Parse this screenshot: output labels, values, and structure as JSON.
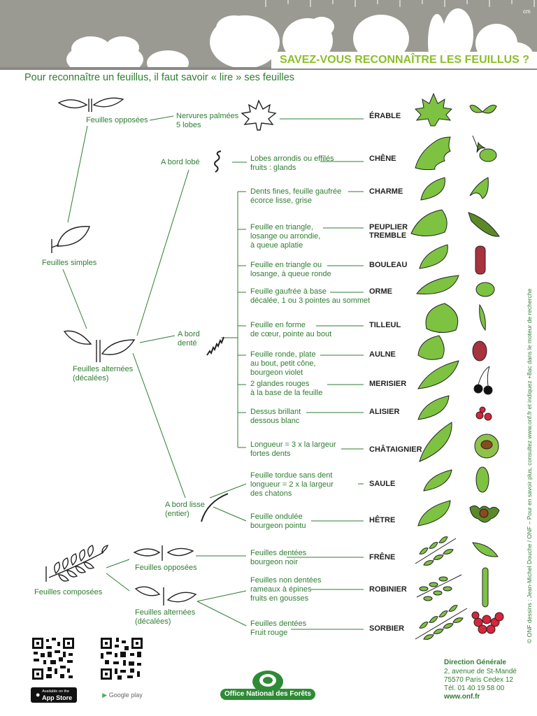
{
  "header": {
    "title": "SAVEZ-VOUS RECONNAÎTRE LES FEUILLUS ?",
    "subtitle": "Pour reconnaître un feuillus, il faut savoir « lire » ses feuilles",
    "ruler_unit": "cm"
  },
  "tree": {
    "feuilles_opposees": "Feuilles opposées",
    "feuilles_simples": "Feuilles simples",
    "feuilles_alternees": [
      "Feuilles alternées",
      "(décalées)"
    ],
    "a_bord_lobe": "A bord lobé",
    "a_bord_dente": [
      "A bord",
      "denté"
    ],
    "a_bord_lisse": [
      "A bord lisse",
      "(entier)"
    ],
    "feuilles_composees": "Feuilles composées",
    "composees_opposees": "Feuilles opposées",
    "composees_alternees": [
      "Feuilles alternées",
      "(décalées)"
    ]
  },
  "species": [
    {
      "desc": [
        "Nervures palmées",
        "5 lobes"
      ],
      "name": [
        "ÉRABLE"
      ]
    },
    {
      "desc": [
        "Lobes arrondis ou effilés",
        "fruits : glands"
      ],
      "name": [
        "CHÊNE"
      ]
    },
    {
      "desc": [
        "Dents fines, feuille gaufrée",
        "écorce lisse, grise"
      ],
      "name": [
        "CHARME"
      ]
    },
    {
      "desc": [
        "Feuille en triangle,",
        "losange ou arrondie,",
        "à queue aplatie"
      ],
      "name": [
        "PEUPLIER",
        "TREMBLE"
      ]
    },
    {
      "desc": [
        "Feuille en triangle ou",
        "losange, à queue ronde"
      ],
      "name": [
        "BOULEAU"
      ]
    },
    {
      "desc": [
        "Feuille gaufrée à base",
        "décalée, 1 ou 3 pointes au sommet"
      ],
      "name": [
        "ORME"
      ]
    },
    {
      "desc": [
        "Feuille en forme",
        "de cœur, pointe au bout"
      ],
      "name": [
        "TILLEUL"
      ]
    },
    {
      "desc": [
        "Feuille ronde, plate",
        "au bout, petit cône,",
        "bourgeon violet"
      ],
      "name": [
        "AULNE"
      ]
    },
    {
      "desc": [
        "2 glandes rouges",
        "à la base de la feuille"
      ],
      "name": [
        "MERISIER"
      ]
    },
    {
      "desc": [
        "Dessus brillant",
        "dessous blanc"
      ],
      "name": [
        "ALISIER"
      ]
    },
    {
      "desc": [
        "Longueur = 3 x la largeur",
        "fortes dents"
      ],
      "name": [
        "CHÂTAIGNIER"
      ]
    },
    {
      "desc": [
        "Feuille tordue sans dent",
        "longueur = 2 x la largeur",
        "des chatons"
      ],
      "name": [
        "SAULE"
      ]
    },
    {
      "desc": [
        "Feuille ondulée",
        "bourgeon pointu"
      ],
      "name": [
        "HÊTRE"
      ]
    },
    {
      "desc": [
        "Feuilles dentées",
        "bourgeon noir"
      ],
      "name": [
        "FRÊNE"
      ]
    },
    {
      "desc": [
        "Feuilles non dentées",
        "rameaux à épines",
        "fruits en gousses"
      ],
      "name": [
        "ROBINIER"
      ]
    },
    {
      "desc": [
        "Feuilles dentées",
        "Fruit rouge"
      ],
      "name": [
        "SORBIER"
      ]
    }
  ],
  "side_credit": "© ONF dessins : Jean-Michel Douche / ONF – Pour en savoir plus, consultez www.onf.fr et indiquez    +8ac    dans le moteur de recherche",
  "footer": {
    "appstore": "App Store",
    "appstore_small": "Available on the",
    "googleplay": "Google play",
    "logo_text": "Office National des Forêts",
    "address": [
      "Direction Générale",
      "2, avenue de St-Mandé",
      "75570 Paris Cedex 12",
      "Tél. 01 40 19 58 00",
      "www.onf.fr"
    ]
  },
  "colors": {
    "leaf_green": "#7ec242",
    "title_green": "#8cbf26",
    "text_green": "#2f7d32",
    "onf_green": "#2e8b35",
    "banner_grey": "#9a9a92",
    "fruit_red": "#d8253a",
    "catkin_red": "#a8323e"
  }
}
